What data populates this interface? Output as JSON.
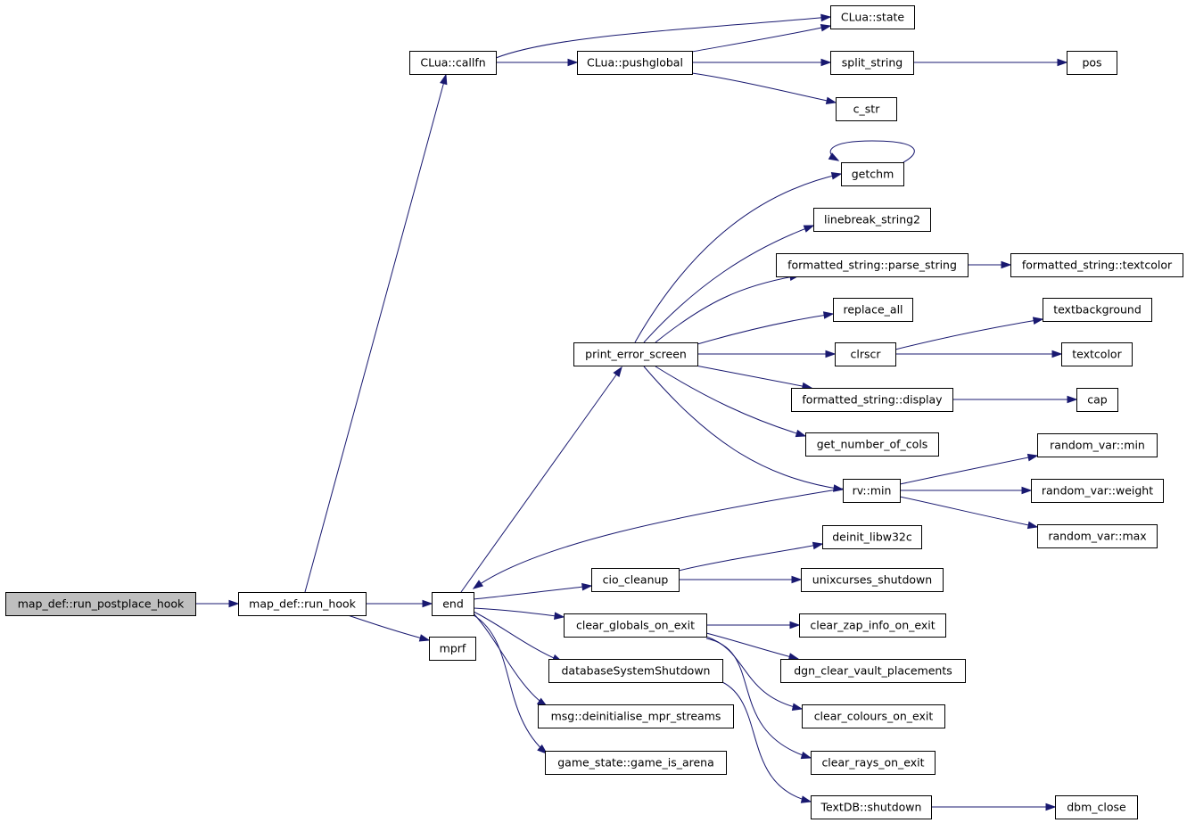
{
  "graph": {
    "nodes": [
      {
        "id": "run_postplace_hook",
        "label": "map_def::run_postplace_hook",
        "root": true
      },
      {
        "id": "run_hook",
        "label": "map_def::run_hook"
      },
      {
        "id": "callfn",
        "label": "CLua::callfn"
      },
      {
        "id": "pushglobal",
        "label": "CLua::pushglobal"
      },
      {
        "id": "state",
        "label": "CLua::state"
      },
      {
        "id": "split_string",
        "label": "split_string"
      },
      {
        "id": "pos",
        "label": "pos"
      },
      {
        "id": "c_str",
        "label": "c_str"
      },
      {
        "id": "getchm",
        "label": "getchm"
      },
      {
        "id": "linebreak_string2",
        "label": "linebreak_string2"
      },
      {
        "id": "parse_string",
        "label": "formatted_string::parse_string"
      },
      {
        "id": "fs_textcolor",
        "label": "formatted_string::textcolor"
      },
      {
        "id": "replace_all",
        "label": "replace_all"
      },
      {
        "id": "textbackground",
        "label": "textbackground"
      },
      {
        "id": "print_error_screen",
        "label": "print_error_screen"
      },
      {
        "id": "clrscr",
        "label": "clrscr"
      },
      {
        "id": "textcolor",
        "label": "textcolor"
      },
      {
        "id": "fs_display",
        "label": "formatted_string::display"
      },
      {
        "id": "cap",
        "label": "cap"
      },
      {
        "id": "get_number_of_cols",
        "label": "get_number_of_cols"
      },
      {
        "id": "rv_min_target",
        "label": "random_var::min"
      },
      {
        "id": "rv_min",
        "label": "rv::min"
      },
      {
        "id": "rv_weight",
        "label": "random_var::weight"
      },
      {
        "id": "rv_max",
        "label": "random_var::max"
      },
      {
        "id": "deinit_libw32c",
        "label": "deinit_libw32c"
      },
      {
        "id": "cio_cleanup",
        "label": "cio_cleanup"
      },
      {
        "id": "unixcurses_shutdown",
        "label": "unixcurses_shutdown"
      },
      {
        "id": "end",
        "label": "end"
      },
      {
        "id": "clear_globals_on_exit",
        "label": "clear_globals_on_exit"
      },
      {
        "id": "clear_zap_info_on_exit",
        "label": "clear_zap_info_on_exit"
      },
      {
        "id": "mprf",
        "label": "mprf"
      },
      {
        "id": "databaseSystemShutdown",
        "label": "databaseSystemShutdown"
      },
      {
        "id": "dgn_clear_vault_placements",
        "label": "dgn_clear_vault_placements"
      },
      {
        "id": "deinitialise_mpr_streams",
        "label": "msg::deinitialise_mpr_streams"
      },
      {
        "id": "clear_colours_on_exit",
        "label": "clear_colours_on_exit"
      },
      {
        "id": "game_is_arena",
        "label": "game_state::game_is_arena"
      },
      {
        "id": "clear_rays_on_exit",
        "label": "clear_rays_on_exit"
      },
      {
        "id": "textdb_shutdown",
        "label": "TextDB::shutdown"
      },
      {
        "id": "dbm_close",
        "label": "dbm_close"
      }
    ],
    "edges": [
      {
        "from": "run_postplace_hook",
        "to": "run_hook"
      },
      {
        "from": "run_hook",
        "to": "callfn"
      },
      {
        "from": "run_hook",
        "to": "end"
      },
      {
        "from": "run_hook",
        "to": "mprf"
      },
      {
        "from": "callfn",
        "to": "pushglobal"
      },
      {
        "from": "callfn",
        "to": "state"
      },
      {
        "from": "pushglobal",
        "to": "state"
      },
      {
        "from": "pushglobal",
        "to": "split_string"
      },
      {
        "from": "pushglobal",
        "to": "c_str"
      },
      {
        "from": "split_string",
        "to": "pos"
      },
      {
        "from": "getchm",
        "to": "getchm"
      },
      {
        "from": "print_error_screen",
        "to": "getchm"
      },
      {
        "from": "print_error_screen",
        "to": "linebreak_string2"
      },
      {
        "from": "print_error_screen",
        "to": "parse_string"
      },
      {
        "from": "print_error_screen",
        "to": "replace_all"
      },
      {
        "from": "print_error_screen",
        "to": "clrscr"
      },
      {
        "from": "print_error_screen",
        "to": "fs_display"
      },
      {
        "from": "print_error_screen",
        "to": "get_number_of_cols"
      },
      {
        "from": "print_error_screen",
        "to": "rv_min"
      },
      {
        "from": "parse_string",
        "to": "fs_textcolor"
      },
      {
        "from": "clrscr",
        "to": "textbackground"
      },
      {
        "from": "clrscr",
        "to": "textcolor"
      },
      {
        "from": "fs_display",
        "to": "cap"
      },
      {
        "from": "rv_min",
        "to": "rv_min_target"
      },
      {
        "from": "rv_min",
        "to": "rv_weight"
      },
      {
        "from": "rv_min",
        "to": "rv_max"
      },
      {
        "from": "rv_min",
        "to": "end"
      },
      {
        "from": "end",
        "to": "print_error_screen"
      },
      {
        "from": "end",
        "to": "cio_cleanup"
      },
      {
        "from": "end",
        "to": "clear_globals_on_exit"
      },
      {
        "from": "end",
        "to": "databaseSystemShutdown"
      },
      {
        "from": "end",
        "to": "deinitialise_mpr_streams"
      },
      {
        "from": "end",
        "to": "game_is_arena"
      },
      {
        "from": "cio_cleanup",
        "to": "deinit_libw32c"
      },
      {
        "from": "cio_cleanup",
        "to": "unixcurses_shutdown"
      },
      {
        "from": "clear_globals_on_exit",
        "to": "clear_zap_info_on_exit"
      },
      {
        "from": "clear_globals_on_exit",
        "to": "dgn_clear_vault_placements"
      },
      {
        "from": "clear_globals_on_exit",
        "to": "clear_colours_on_exit"
      },
      {
        "from": "clear_globals_on_exit",
        "to": "clear_rays_on_exit"
      },
      {
        "from": "databaseSystemShutdown",
        "to": "textdb_shutdown"
      },
      {
        "from": "textdb_shutdown",
        "to": "dbm_close"
      }
    ]
  },
  "colors": {
    "edge": "#191970",
    "node_border": "#000000",
    "node_fill": "#ffffff",
    "root_fill": "#bfbfbf"
  }
}
